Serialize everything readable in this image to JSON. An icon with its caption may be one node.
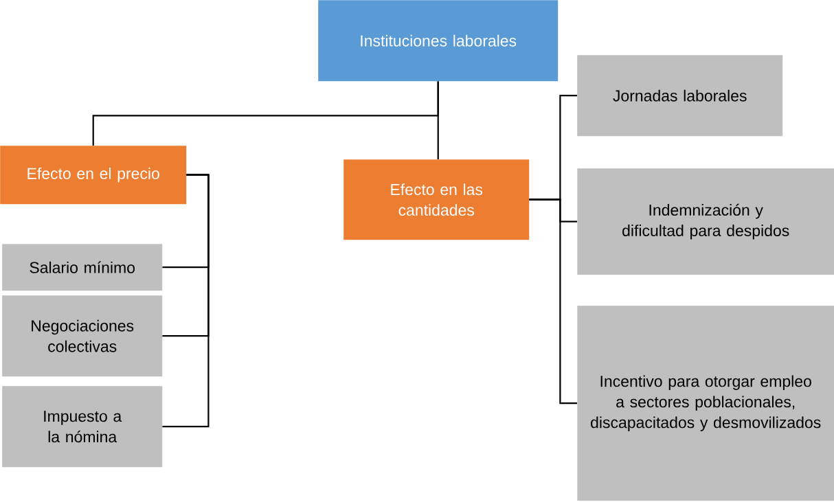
{
  "diagram": {
    "nodes": [
      {
        "text": [
          "Instituciones laborales"
        ]
      },
      {
        "text": [
          "Efecto en el precio"
        ]
      },
      {
        "text": [
          "Efecto en las cantidades"
        ]
      },
      {
        "text": [
          "Salario mínimo"
        ]
      },
      {
        "text": [
          "Negociaciones colectivas"
        ]
      },
      {
        "text": [
          "Impuesto a la nómina"
        ]
      },
      {
        "text": [
          "Jornadas laborales"
        ]
      },
      {
        "text": [
          "Indemnización y dificultad para despidos"
        ]
      },
      {
        "text": [
          "Incentivo para otorgar empleo a sectores poblacionales, discapacitados y desmovilizados"
        ]
      }
    ],
    "edges": [
      {
        "from": 0,
        "to": 1,
        "arrow": "none"
      },
      {
        "from": 0,
        "to": 2,
        "arrow": "none"
      },
      {
        "from": 1,
        "to": 3,
        "arrow": "none"
      },
      {
        "from": 1,
        "to": 4,
        "arrow": "none"
      },
      {
        "from": 1,
        "to": 5,
        "arrow": "none"
      },
      {
        "from": 2,
        "to": 6,
        "arrow": "none"
      },
      {
        "from": 2,
        "to": 7,
        "arrow": "none"
      },
      {
        "from": 2,
        "to": 8,
        "arrow": "none"
      }
    ]
  }
}
